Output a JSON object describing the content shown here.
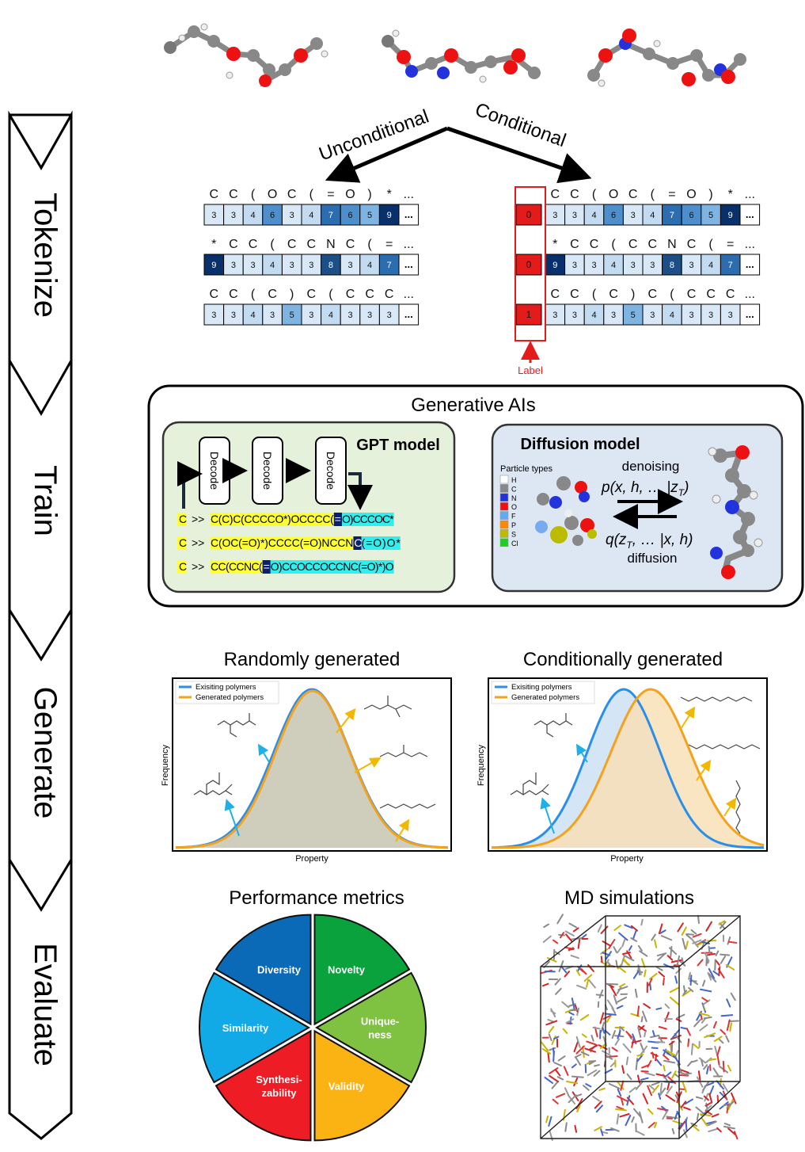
{
  "stages": [
    "Tokenize",
    "Train",
    "Generate",
    "Evaluate"
  ],
  "branch": {
    "left": "Unconditional",
    "right": "Conditional"
  },
  "label_text": "Label",
  "token_rows": [
    {
      "chars": [
        "C",
        "C",
        "(",
        "O",
        "C",
        "(",
        "=",
        "O",
        ")",
        "*",
        "..."
      ],
      "tokens": [
        "3",
        "3",
        "4",
        "6",
        "3",
        "4",
        "7",
        "6",
        "5",
        "9",
        "..."
      ],
      "label": "0"
    },
    {
      "chars": [
        "*",
        "C",
        "C",
        "(",
        "C",
        "C",
        "N",
        "C",
        "(",
        "=",
        "..."
      ],
      "tokens": [
        "9",
        "3",
        "3",
        "4",
        "3",
        "3",
        "8",
        "3",
        "4",
        "7",
        "..."
      ],
      "label": "0"
    },
    {
      "chars": [
        "C",
        "C",
        "(",
        "C",
        ")",
        "C",
        "(",
        "C",
        "C",
        "C",
        "..."
      ],
      "tokens": [
        "3",
        "3",
        "4",
        "3",
        "5",
        "3",
        "4",
        "3",
        "3",
        "3",
        "..."
      ],
      "label": "1"
    }
  ],
  "generative": {
    "title": "Generative AIs",
    "gpt": {
      "title": "GPT model",
      "decode_label": "Decode",
      "lines": [
        {
          "prefix": "C",
          "arrow": ">>",
          "yellow": "C(C)C(CCCCO*)OCCCC(",
          "mark": "=",
          "cyan": "O)CCCOC*"
        },
        {
          "prefix": "C",
          "arrow": ">>",
          "yellow": "C(OC(=O)*)CCCC(=O)NCCN",
          "mark": "C",
          "cyan": "(=O)O*"
        },
        {
          "prefix": "C",
          "arrow": ">>",
          "yellow": "CC(CCNC(",
          "mark": "=",
          "cyan": "O)CCOCCOCCNC(=O)*)O"
        }
      ]
    },
    "diffusion": {
      "title": "Diffusion model",
      "particle_types_title": "Particle types",
      "particle_types": [
        {
          "name": "H",
          "color": "#ffffff"
        },
        {
          "name": "C",
          "color": "#888888"
        },
        {
          "name": "N",
          "color": "#2233dd"
        },
        {
          "name": "O",
          "color": "#ee1111"
        },
        {
          "name": "F",
          "color": "#66aaee"
        },
        {
          "name": "P",
          "color": "#ff8800"
        },
        {
          "name": "S",
          "color": "#bbbb00"
        },
        {
          "name": "Cl",
          "color": "#22cc22"
        }
      ],
      "denoising": "denoising",
      "diffusion": "diffusion",
      "p_eq_pre": "p(x, h, … |z",
      "p_eq_post": ")",
      "q_eq_pre": "q(z",
      "q_eq_post": ", … |x, h)",
      "subscript": "T"
    }
  },
  "generate": {
    "left": {
      "title": "Randomly generated",
      "legend": [
        "Exisiting polymers",
        "Generated polymers"
      ],
      "xlabel": "Property",
      "ylabel": "Frequency"
    },
    "right": {
      "title": "Conditionally generated",
      "legend": [
        "Exisiting polymers",
        "Generated polymers"
      ],
      "xlabel": "Property",
      "ylabel": "Frequency"
    }
  },
  "evaluate": {
    "metrics_title": "Performance metrics",
    "metrics": [
      {
        "lines": [
          "Diversity"
        ],
        "color": "#0a6ab8"
      },
      {
        "lines": [
          "Novelty"
        ],
        "color": "#0aa23c"
      },
      {
        "lines": [
          "Unique-",
          "ness"
        ],
        "color": "#7fc241"
      },
      {
        "lines": [
          "Validity"
        ],
        "color": "#fbb314"
      },
      {
        "lines": [
          "Synthesi-",
          "zability"
        ],
        "color": "#ee1c24"
      },
      {
        "lines": [
          "Similarity"
        ],
        "color": "#12aae6"
      }
    ],
    "md_title": "MD simulations"
  },
  "colors": {
    "exist_line": "#2a8fe8",
    "gen_line": "#f4a21c",
    "label_red": "#e31b1b",
    "yellow_hl": "#ffff33",
    "cyan_hl": "#33eeee"
  }
}
